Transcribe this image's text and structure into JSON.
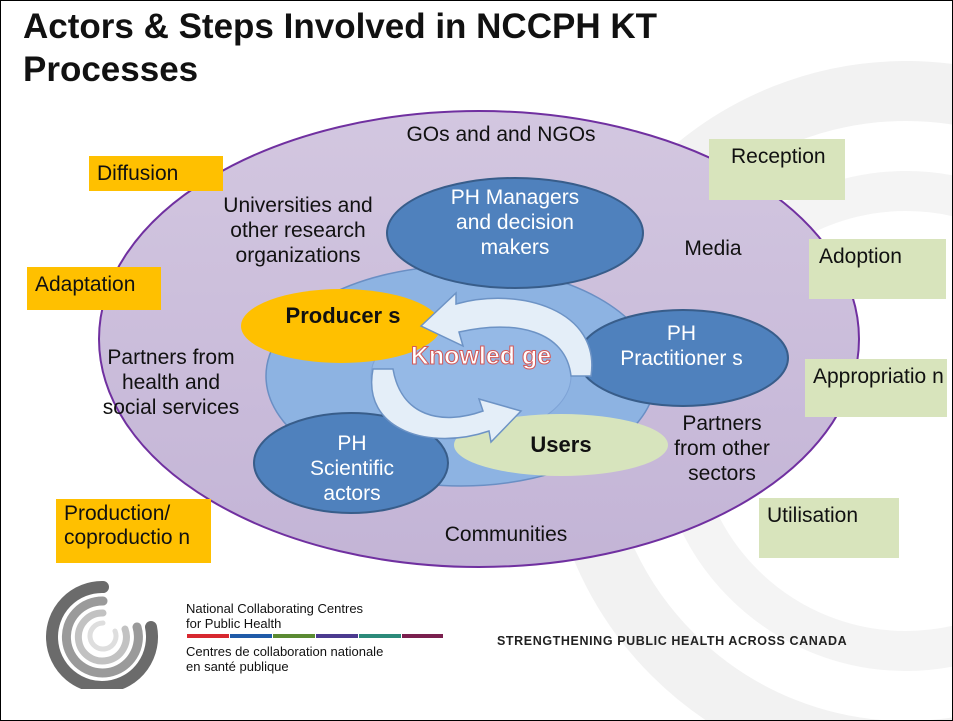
{
  "slide": {
    "title": "Actors & Steps Involved in NCCPH KT Processes"
  },
  "diagram": {
    "outer_label": "GOs and and NGOs",
    "actors": {
      "universities": "Universities and other research organizations",
      "media": "Media",
      "partners_health": "Partners from health and social services",
      "partners_other": "Partners from other sectors",
      "communities": "Communities",
      "ph_managers": "PH Managers and decision makers",
      "ph_practitioners": "PH Practitioner s",
      "ph_scientific": "PH Scientific actors"
    },
    "center": {
      "producers": "Producer s",
      "knowledge": "Knowled ge",
      "users": "Users"
    },
    "steps_left": {
      "diffusion": "Diffusion",
      "adaptation": "Adaptation",
      "production": "Production/ coproductio n"
    },
    "steps_right": {
      "reception": "Reception",
      "adoption": "Adoption",
      "appropriation": "Appropriatio n",
      "utilisation": "Utilisation"
    },
    "colors": {
      "outer_ellipse": "#ccc0da",
      "outer_border": "#7030a0",
      "inner_ellipse": "#8db3e2",
      "actor_ellipse": "#4f81bd",
      "producers": "#ffc000",
      "users": "#d7e4bd",
      "step_orange": "#ffc000",
      "step_green": "#d8e4bc"
    }
  },
  "footer": {
    "org_en_line1": "National Collaborating Centres",
    "org_en_line2": "for Public Health",
    "org_fr_line1": "Centres de collaboration nationale",
    "org_fr_line2": "en santé publique",
    "tagline": "STRENGTHENING PUBLIC HEALTH ACROSS CANADA",
    "logo_icon": "nccph-swirl-logo-icon"
  }
}
